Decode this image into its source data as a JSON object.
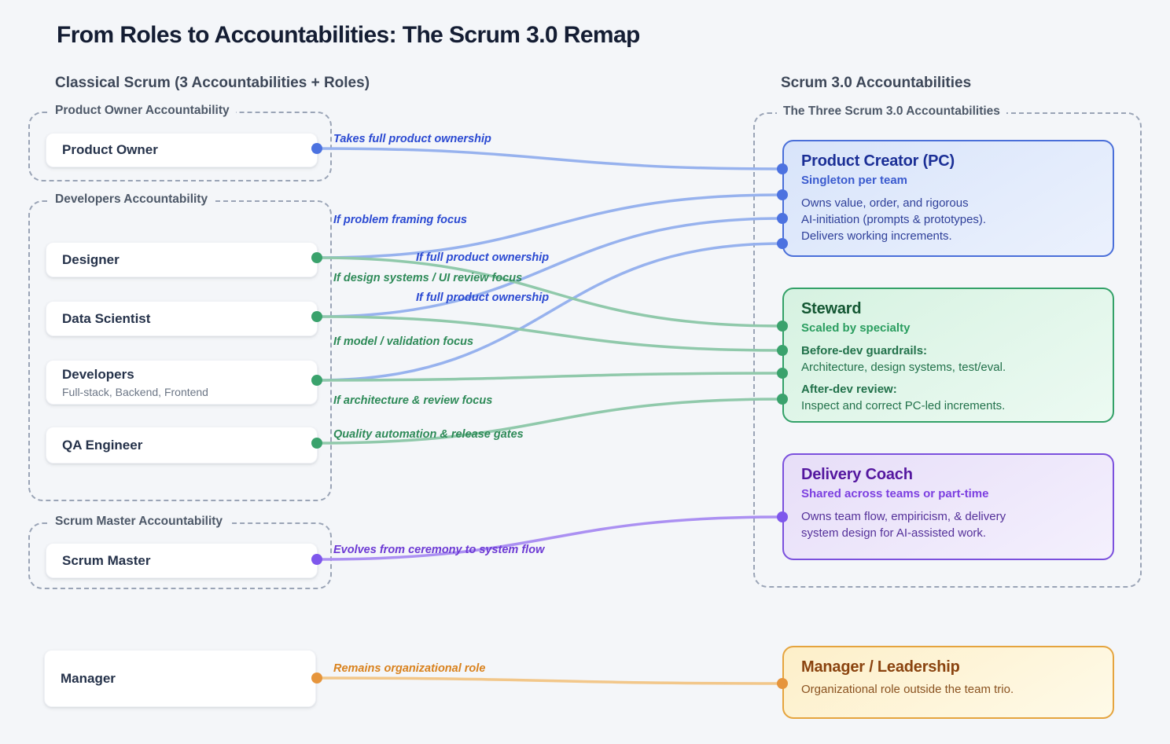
{
  "title": "From Roles to Accountabilities: The Scrum 3.0 Remap",
  "left_header": "Classical Scrum (3 Accountabilities + Roles)",
  "right_header": "Scrum 3.0 Accountabilities",
  "right_box_label": "The Three Scrum 3.0 Accountabilities",
  "groups": [
    {
      "label": "Product Owner Accountability"
    },
    {
      "label": "Developers Accountability"
    },
    {
      "label": "Scrum Master Accountability"
    }
  ],
  "roles": [
    {
      "id": "product-owner",
      "label": "Product Owner"
    },
    {
      "id": "designer",
      "label": "Designer"
    },
    {
      "id": "data-scientist",
      "label": "Data Scientist"
    },
    {
      "id": "developers",
      "label": "Developers",
      "sublabel": "Full-stack, Backend, Frontend"
    },
    {
      "id": "qa-engineer",
      "label": "QA Engineer"
    },
    {
      "id": "scrum-master",
      "label": "Scrum Master"
    },
    {
      "id": "manager",
      "label": "Manager"
    }
  ],
  "accountabilities": [
    {
      "id": "product-creator",
      "title": "Product Creator (PC)",
      "subtitle": "Singleton per team",
      "paragraphs": [
        {
          "lines": [
            "Owns value, order, and rigorous",
            "AI-initiation (prompts & prototypes)."
          ]
        },
        {
          "lines": [
            "Delivers working increments."
          ]
        }
      ]
    },
    {
      "id": "steward",
      "title": "Steward",
      "subtitle": "Scaled by specialty",
      "paragraphs": [
        {
          "lead": "Before-dev guardrails:",
          "lines": [
            "Architecture, design systems, test/eval."
          ]
        },
        {
          "lead": "After-dev review:",
          "lines": [
            "Inspect and correct PC-led increments."
          ]
        }
      ]
    },
    {
      "id": "delivery-coach",
      "title": "Delivery Coach",
      "subtitle": "Shared across teams or part-time",
      "paragraphs": [
        {
          "lines": [
            "Owns team flow, empiricism, & delivery",
            "system design for AI-assisted work."
          ]
        }
      ]
    },
    {
      "id": "manager-leadership",
      "title": "Manager / Leadership",
      "paragraphs": [
        {
          "lines": [
            "Organizational role outside the team trio."
          ]
        }
      ]
    }
  ],
  "connections": [
    {
      "from": "product-owner",
      "to": "pc-1",
      "color": "blue",
      "label": "Takes full product ownership"
    },
    {
      "from": "designer",
      "to": "pc-2",
      "color": "blue",
      "label": "If problem framing focus"
    },
    {
      "from": "data-scientist",
      "to": "pc-3",
      "color": "blue",
      "label": "If full product ownership"
    },
    {
      "from": "developers",
      "to": "pc-4",
      "color": "blue",
      "label": "If full product ownership"
    },
    {
      "from": "designer",
      "to": "st-1",
      "color": "green",
      "label": "If design systems / UI review focus"
    },
    {
      "from": "data-scientist",
      "to": "st-2",
      "color": "green",
      "label": "If model / validation focus"
    },
    {
      "from": "developers",
      "to": "st-3",
      "color": "green",
      "label": "If architecture & review focus"
    },
    {
      "from": "qa-engineer",
      "to": "st-4",
      "color": "green",
      "label": "Quality automation & release gates"
    },
    {
      "from": "scrum-master",
      "to": "dc-1",
      "color": "purple",
      "label": "Evolves from ceremony to system flow"
    },
    {
      "from": "manager",
      "to": "mg-1",
      "color": "orange",
      "label": "Remains organizational role"
    }
  ],
  "colors": {
    "blue": {
      "line": "#97b2ee",
      "dot": "#4c72e0",
      "text": "#2b4ad2"
    },
    "green": {
      "line": "#90c9ab",
      "dot": "#3aa26c",
      "text": "#2e8a58"
    },
    "purple": {
      "line": "#ab90f2",
      "dot": "#7e57ec",
      "text": "#6c39d4"
    },
    "orange": {
      "line": "#f2c78a",
      "dot": "#e6953c",
      "text": "#d9821e"
    }
  }
}
